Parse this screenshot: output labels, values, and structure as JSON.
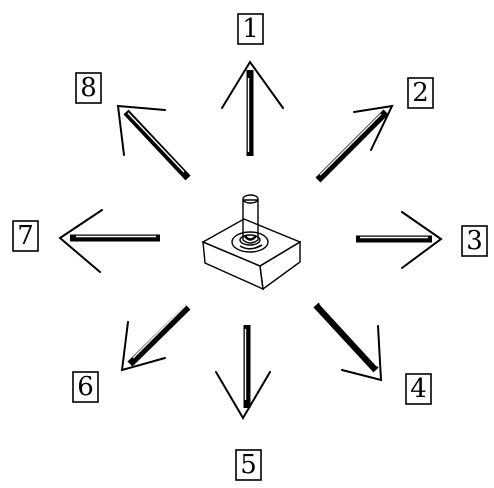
{
  "diagram": {
    "colors": {
      "ink": "#000000",
      "paper": "#ffffff"
    },
    "center_icon": "joystick-icon",
    "directions": [
      {
        "label": "1",
        "direction": "up"
      },
      {
        "label": "2",
        "direction": "up-right"
      },
      {
        "label": "3",
        "direction": "right"
      },
      {
        "label": "4",
        "direction": "down-right"
      },
      {
        "label": "5",
        "direction": "down"
      },
      {
        "label": "6",
        "direction": "down-left"
      },
      {
        "label": "7",
        "direction": "left"
      },
      {
        "label": "8",
        "direction": "up-left"
      }
    ]
  }
}
